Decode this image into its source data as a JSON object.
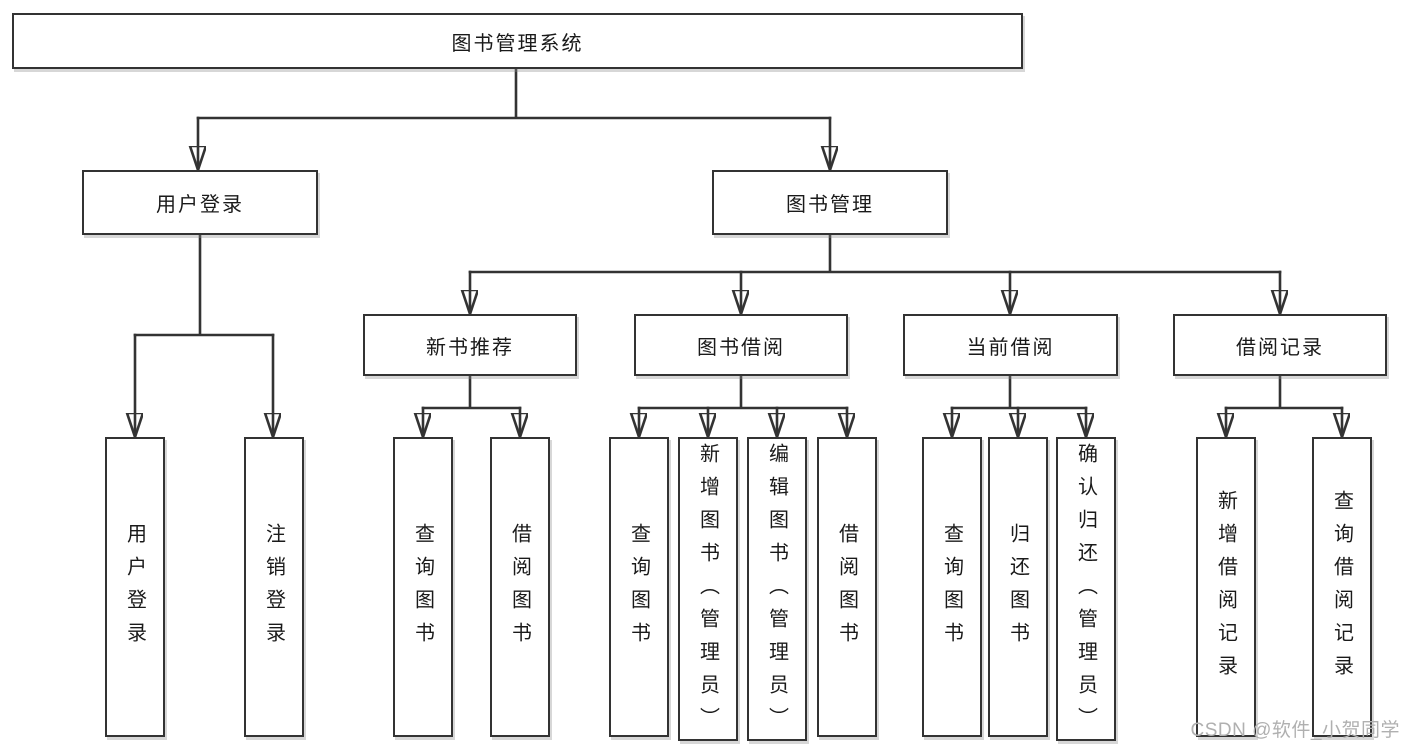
{
  "diagram": {
    "root": {
      "label": "图书管理系统"
    },
    "branches": [
      {
        "label": "用户登录",
        "children": [
          {
            "label": "用户登录"
          },
          {
            "label": "注销登录"
          }
        ]
      },
      {
        "label": "图书管理",
        "children": [
          {
            "label": "新书推荐",
            "children": [
              {
                "label": "查询图书"
              },
              {
                "label": "借阅图书"
              }
            ]
          },
          {
            "label": "图书借阅",
            "children": [
              {
                "label": "查询图书"
              },
              {
                "label": "新增图书（管理员）"
              },
              {
                "label": "编辑图书（管理员）"
              },
              {
                "label": "借阅图书"
              }
            ]
          },
          {
            "label": "当前借阅",
            "children": [
              {
                "label": "查询图书"
              },
              {
                "label": "归还图书"
              },
              {
                "label": "确认归还（管理员）"
              }
            ]
          },
          {
            "label": "借阅记录",
            "children": [
              {
                "label": "新增借阅记录"
              },
              {
                "label": "查询借阅记录"
              }
            ]
          }
        ]
      }
    ]
  },
  "watermark": {
    "text": "CSDN @软件_小贺同学",
    "color": "#b0b0b0"
  },
  "colors": {
    "background": "#ffffff",
    "line": "#333333",
    "box_border": "#333333",
    "box_fill": "#ffffff",
    "text": "#1a1a1a"
  }
}
